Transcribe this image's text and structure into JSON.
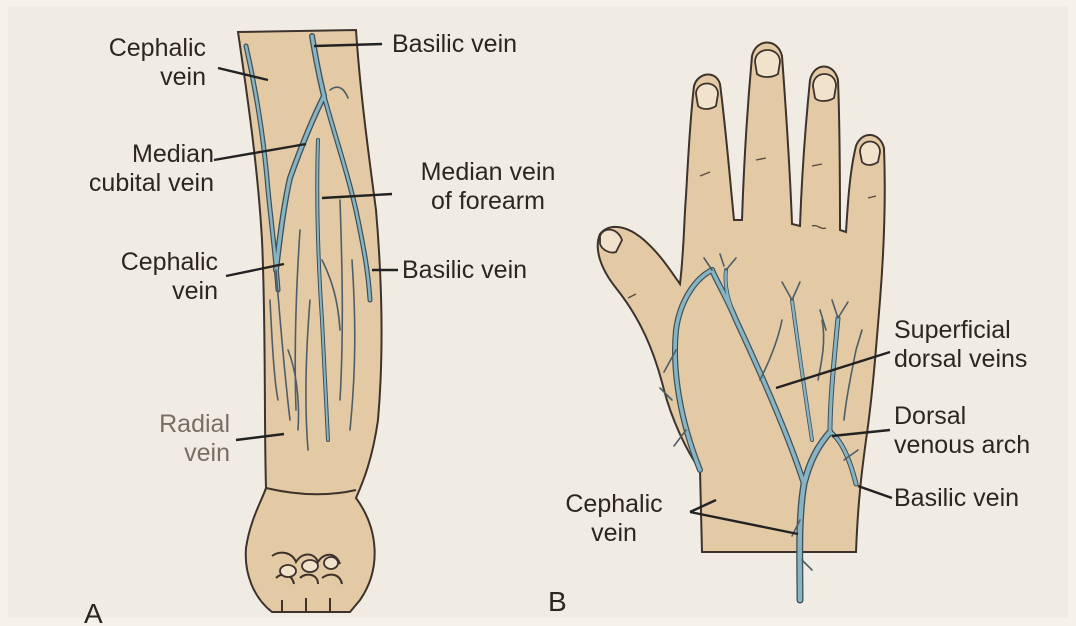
{
  "panels": {
    "a": {
      "letter": "A",
      "labels": {
        "cephalic_top": [
          "Cephalic",
          "vein"
        ],
        "basilic_top": [
          "Basilic vein"
        ],
        "median_cubital": [
          "Median",
          "cubital vein"
        ],
        "median_forearm": [
          "Median vein",
          "of forearm"
        ],
        "cephalic_mid": [
          "Cephalic",
          "vein"
        ],
        "basilic_mid": [
          "Basilic vein"
        ],
        "radial": [
          "Radial",
          "vein"
        ]
      }
    },
    "b": {
      "letter": "B",
      "labels": {
        "superficial_dorsal": [
          "Superficial",
          "dorsal veins"
        ],
        "dorsal_arch": [
          "Dorsal",
          "venous arch"
        ],
        "basilic": [
          "Basilic vein"
        ],
        "cephalic": [
          "Cephalic",
          "vein"
        ]
      }
    }
  },
  "colors": {
    "page": "#f6f2ea",
    "skin": "#e3c9a4",
    "vein_fill": "#86b4c3",
    "vein_edge": "#3e4f59",
    "outline": "#3d332c",
    "text": "#2b2622",
    "radial_label": "#7a6e64"
  }
}
